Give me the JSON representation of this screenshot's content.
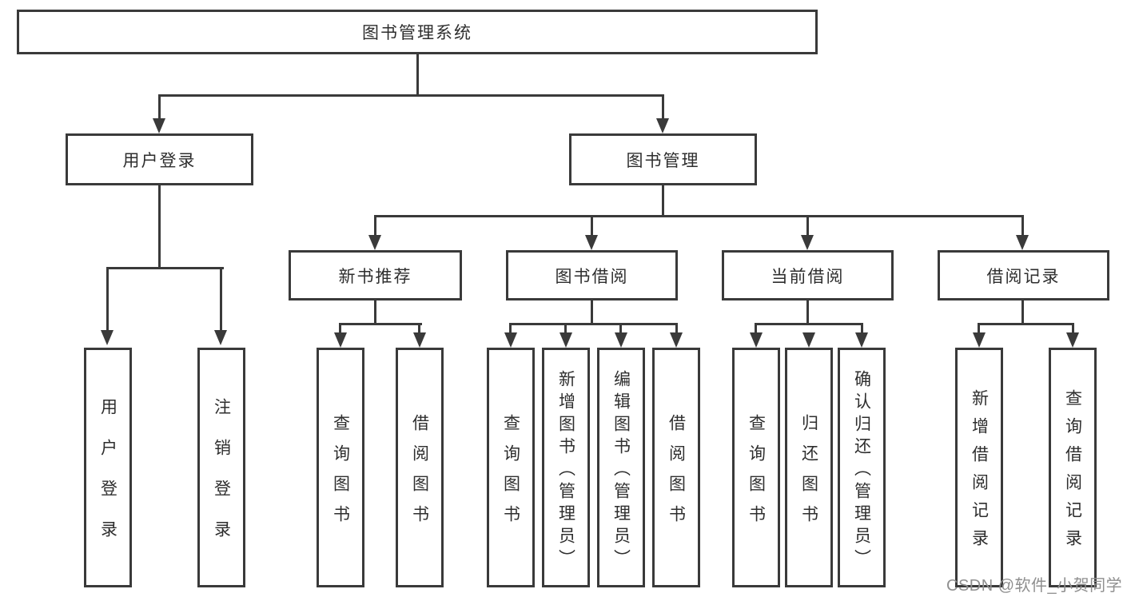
{
  "diagram_title": "图书管理系统",
  "tree": {
    "label": "图书管理系统",
    "children": [
      {
        "label": "用户登录",
        "children": [
          {
            "label": "用户登录"
          },
          {
            "label": "注销登录"
          }
        ]
      },
      {
        "label": "图书管理",
        "children": [
          {
            "label": "新书推荐",
            "children": [
              {
                "label": "查询图书"
              },
              {
                "label": "借阅图书"
              }
            ]
          },
          {
            "label": "图书借阅",
            "children": [
              {
                "label": "查询图书"
              },
              {
                "label": "新增图书（管理员）"
              },
              {
                "label": "编辑图书（管理员）"
              },
              {
                "label": "借阅图书"
              }
            ]
          },
          {
            "label": "当前借阅",
            "children": [
              {
                "label": "查询图书"
              },
              {
                "label": "归还图书"
              },
              {
                "label": "确认归还（管理员）"
              }
            ]
          },
          {
            "label": "借阅记录",
            "children": [
              {
                "label": "新增借阅记录"
              },
              {
                "label": "查询借阅记录"
              }
            ]
          }
        ]
      }
    ]
  },
  "watermark": {
    "text": "CSDN @软件_小贺同学"
  },
  "colors": {
    "line": "#3a3a3a",
    "text": "#2e2e2e",
    "watermark": "#8f8f8f",
    "background": "#ffffff"
  }
}
